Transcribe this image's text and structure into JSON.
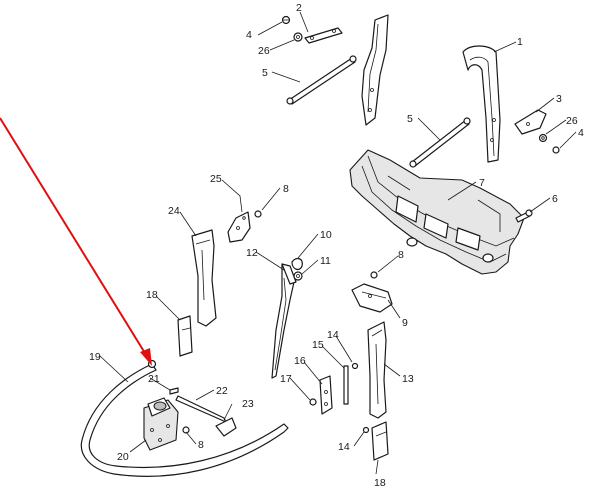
{
  "diagram": {
    "callouts": {
      "c1": "1",
      "c2": "2",
      "c3": "3",
      "c4a": "4",
      "c4b": "4",
      "c5a": "5",
      "c5b": "5",
      "c6": "6",
      "c7": "7",
      "c8a": "8",
      "c8b": "8",
      "c8c": "8",
      "c9": "9",
      "c10": "10",
      "c11": "11",
      "c12": "12",
      "c13": "13",
      "c14a": "14",
      "c14b": "14",
      "c15": "15",
      "c16": "16",
      "c17": "17",
      "c18a": "18",
      "c18b": "18",
      "c19": "19",
      "c20": "20",
      "c21": "21",
      "c22": "22",
      "c23": "23",
      "c24": "24",
      "c25": "25",
      "c26a": "26",
      "c26b": "26"
    },
    "pointer_color": "#e01010"
  }
}
